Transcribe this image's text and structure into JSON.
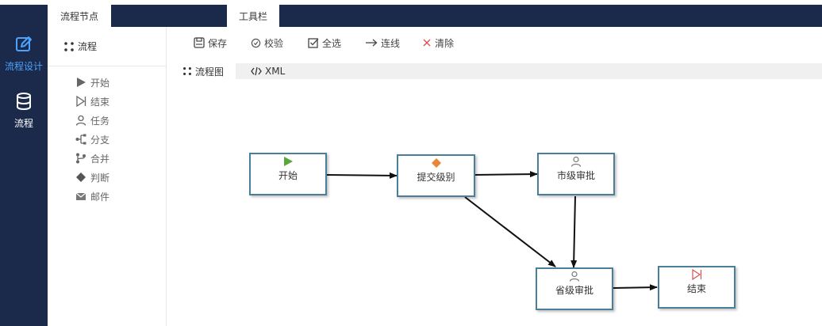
{
  "sidebar": {
    "items": [
      {
        "label": "流程设计",
        "icon": "edit-icon",
        "active": true
      },
      {
        "label": "流程",
        "icon": "database-icon",
        "active": false
      }
    ]
  },
  "tabs": [
    {
      "label": "流程节点"
    },
    {
      "label": "工具栏"
    }
  ],
  "palette": {
    "title": "流程",
    "nodes": [
      {
        "label": "开始",
        "icon": "play-icon"
      },
      {
        "label": "结束",
        "icon": "end-icon"
      },
      {
        "label": "任务",
        "icon": "user-icon"
      },
      {
        "label": "分支",
        "icon": "branch-icon"
      },
      {
        "label": "合并",
        "icon": "merge-icon"
      },
      {
        "label": "判断",
        "icon": "diamond-icon"
      },
      {
        "label": "邮件",
        "icon": "mail-icon"
      }
    ]
  },
  "toolbar": {
    "save": "保存",
    "validate": "校验",
    "select_all": "全选",
    "connect": "连线",
    "clear": "清除"
  },
  "view_tabs": {
    "diagram": "流程图",
    "xml": "XML"
  },
  "flow": {
    "nodes": [
      {
        "id": "start",
        "label": "开始",
        "icon": "play-icon"
      },
      {
        "id": "submit",
        "label": "提交级别",
        "icon": "diamond-icon"
      },
      {
        "id": "city",
        "label": "市级审批",
        "icon": "user-icon"
      },
      {
        "id": "province",
        "label": "省级审批",
        "icon": "user-icon"
      },
      {
        "id": "end",
        "label": "结束",
        "icon": "end-icon"
      }
    ],
    "edges": [
      {
        "from": "start",
        "to": "submit"
      },
      {
        "from": "submit",
        "to": "city"
      },
      {
        "from": "submit",
        "to": "province"
      },
      {
        "from": "city",
        "to": "province"
      },
      {
        "from": "province",
        "to": "end"
      }
    ]
  },
  "colors": {
    "nav_bg": "#1b2a4a",
    "accent": "#4aa3ff",
    "node_border": "#4a7f99",
    "start_green": "#5aa63a",
    "judge_orange": "#e8873a",
    "end_red": "#d9534f"
  }
}
